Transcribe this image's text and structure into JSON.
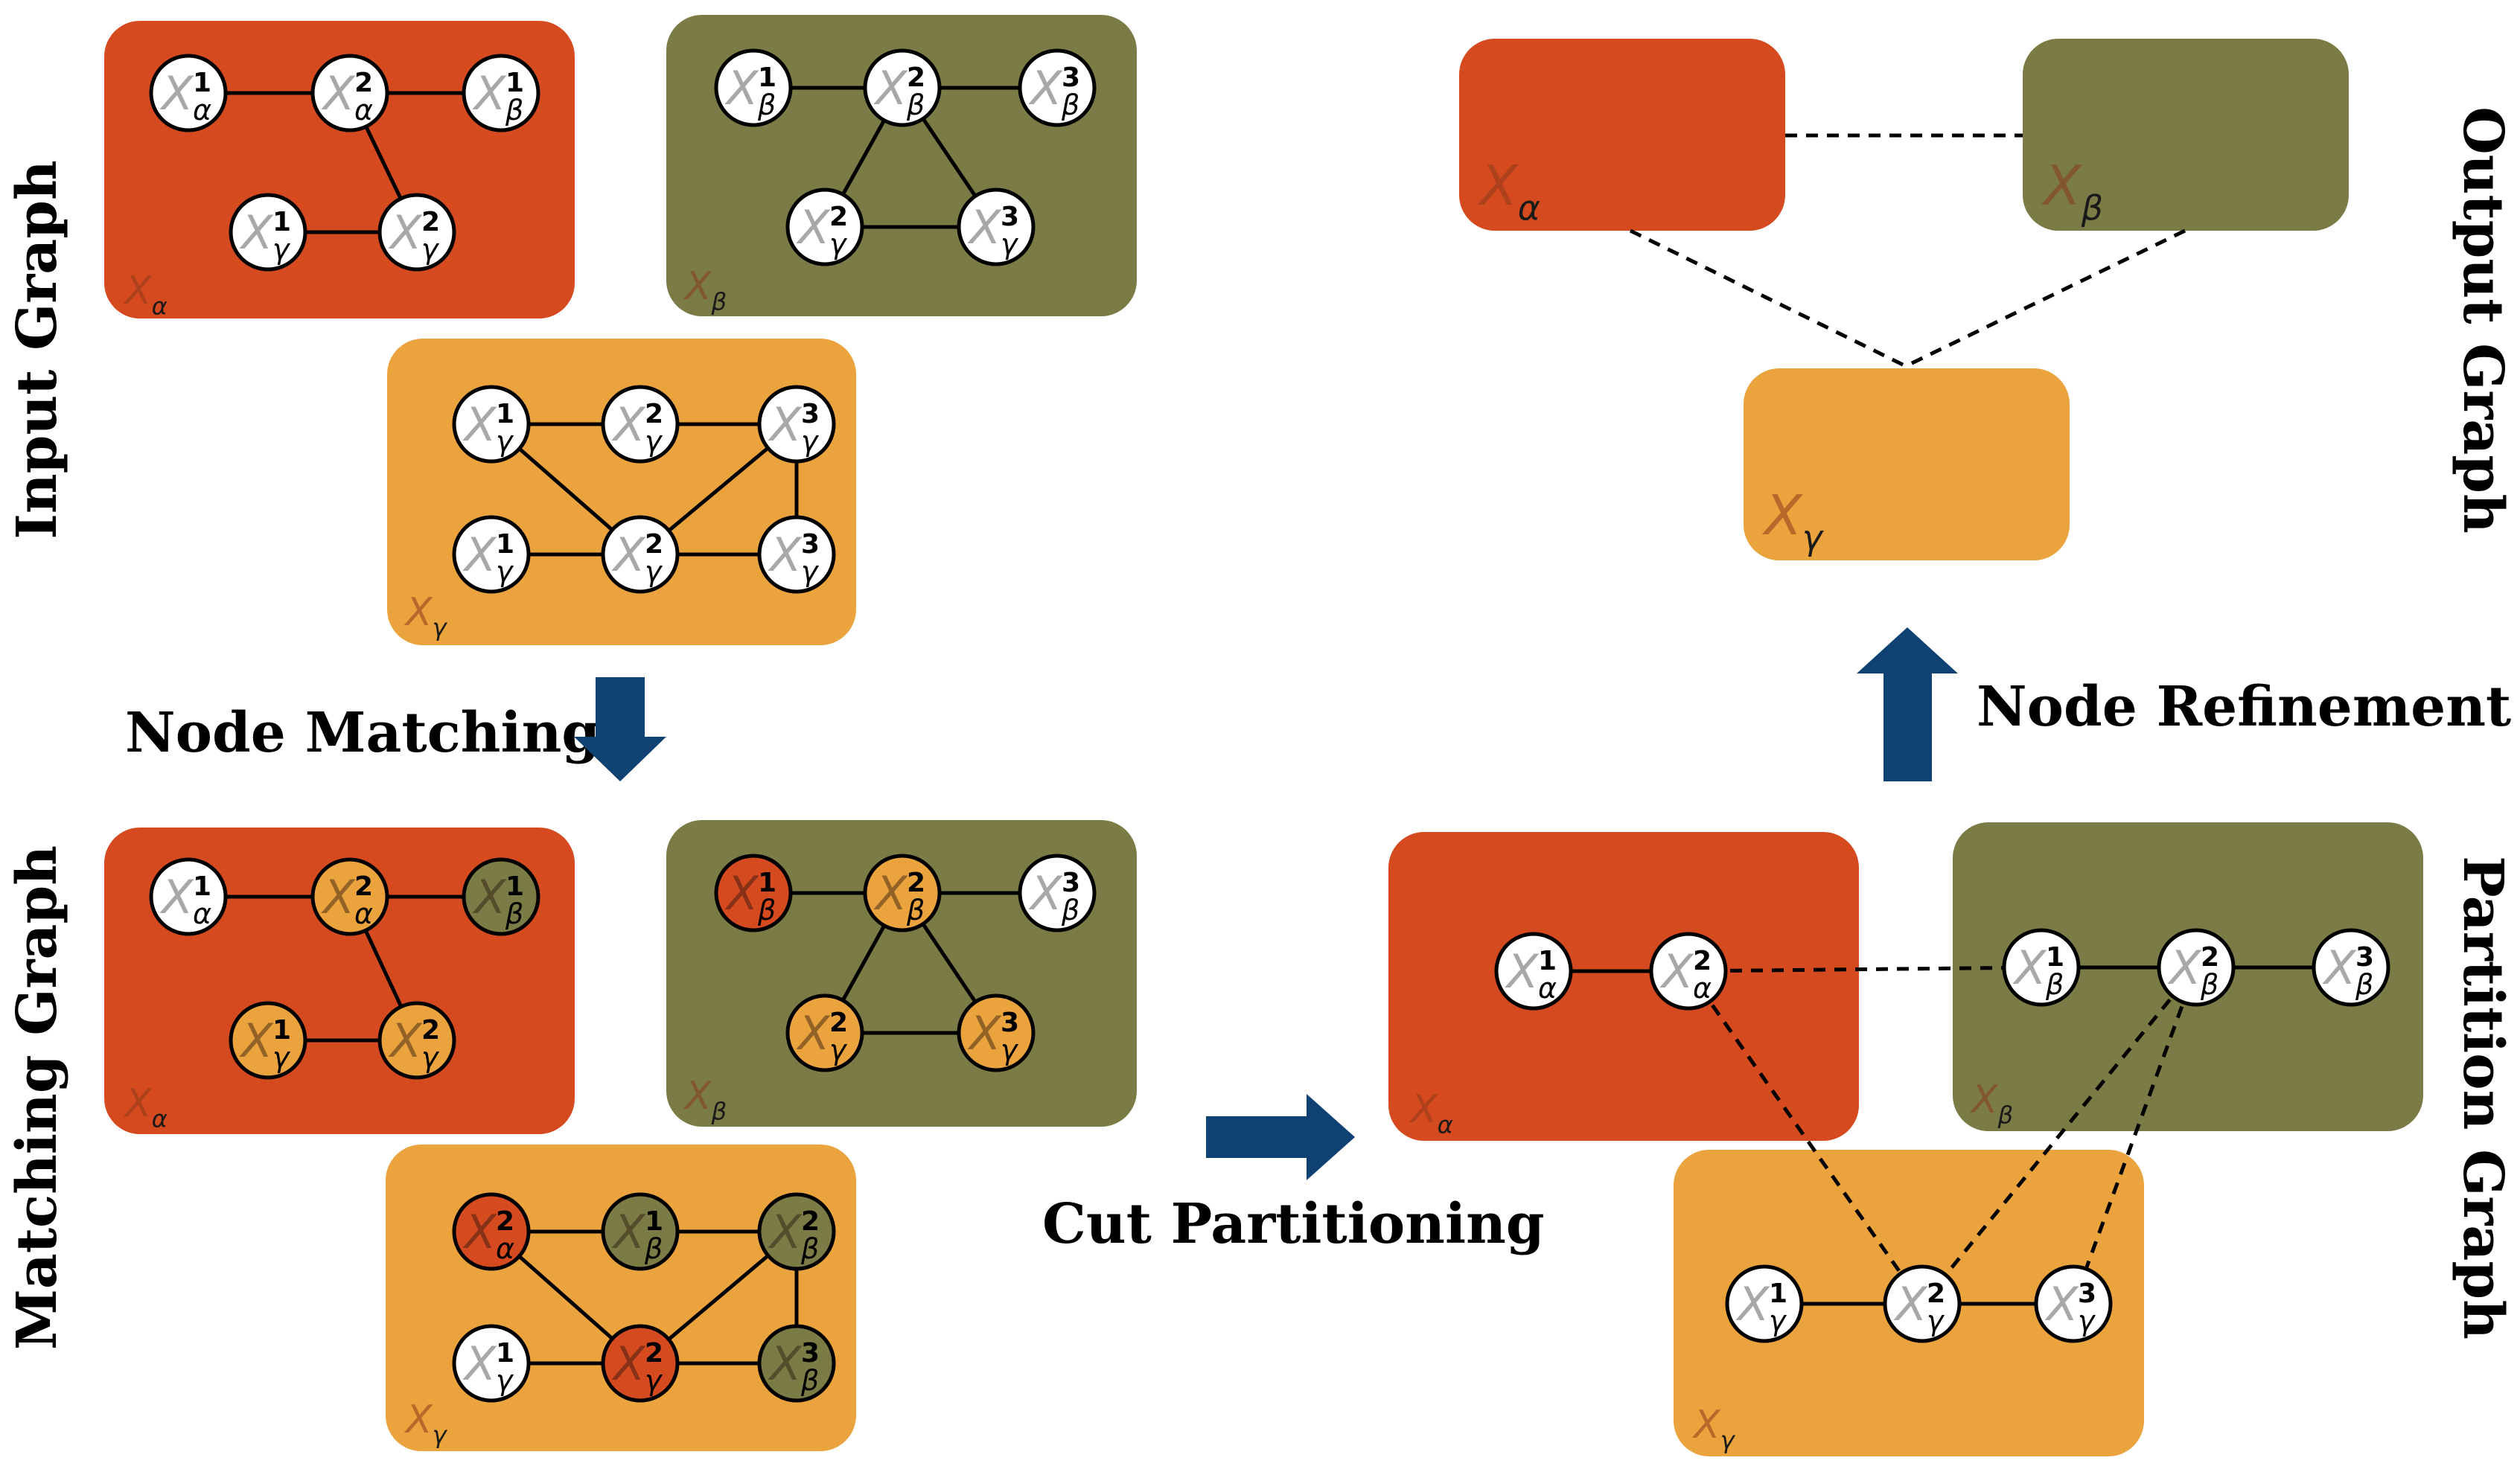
{
  "colors": {
    "alpha": "#d64a1f",
    "beta": "#7b7b46",
    "gamma": "#eba33e",
    "white": "#ffffff",
    "arrow": "#0f4272",
    "base_text": "#a8a8a8"
  },
  "labels": {
    "input_graph": "Input Graph",
    "matching_graph": "Matching Graph",
    "output_graph": "Output Graph",
    "partition_graph": "Partition Graph",
    "node_matching": "Node Matching",
    "cut_partitioning": "Cut Partitioning",
    "node_refinement": "Node Refinement"
  },
  "symbols": {
    "base": "X",
    "alpha": "α",
    "beta": "β",
    "gamma": "γ"
  },
  "indices": {
    "one": "1",
    "two": "2",
    "three": "3"
  }
}
